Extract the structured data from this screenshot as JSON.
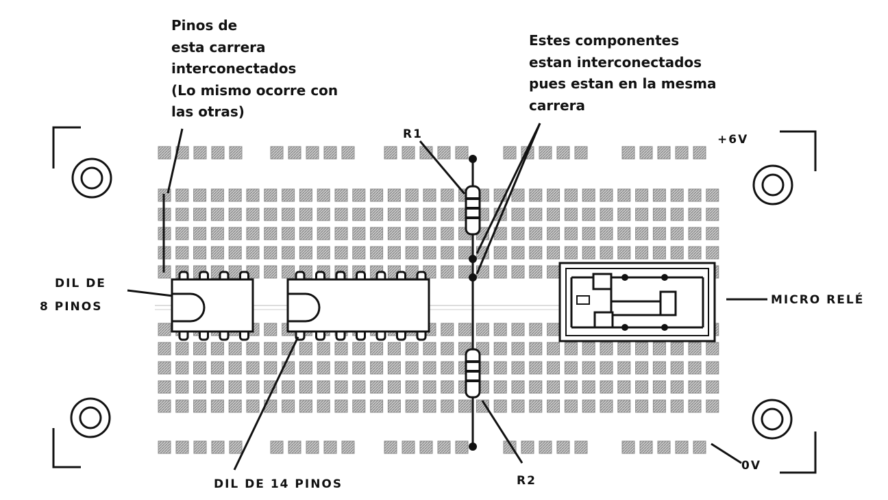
{
  "notes": {
    "rows_note": [
      "Pinos de",
      "esta carrera",
      "interconectados",
      "(Lo mismo ocorre con",
      "las otras)"
    ],
    "components_note": [
      "Estes componentes",
      "estan interconectados",
      "pues estan en la mesma",
      "carrera"
    ]
  },
  "labels": {
    "r1": "R1",
    "r2": "R2",
    "plus6v": "+6V",
    "zero_v": "0V",
    "dil8_line1": "DIL  DE",
    "dil8_line2": "8  PINOS",
    "dil14": "DIL  DE  14  PINOS",
    "micro_rele": "MICRO RELÉ"
  },
  "colors": {
    "ink": "#111111",
    "hole": "#9a9a9a",
    "background": "#ffffff"
  }
}
